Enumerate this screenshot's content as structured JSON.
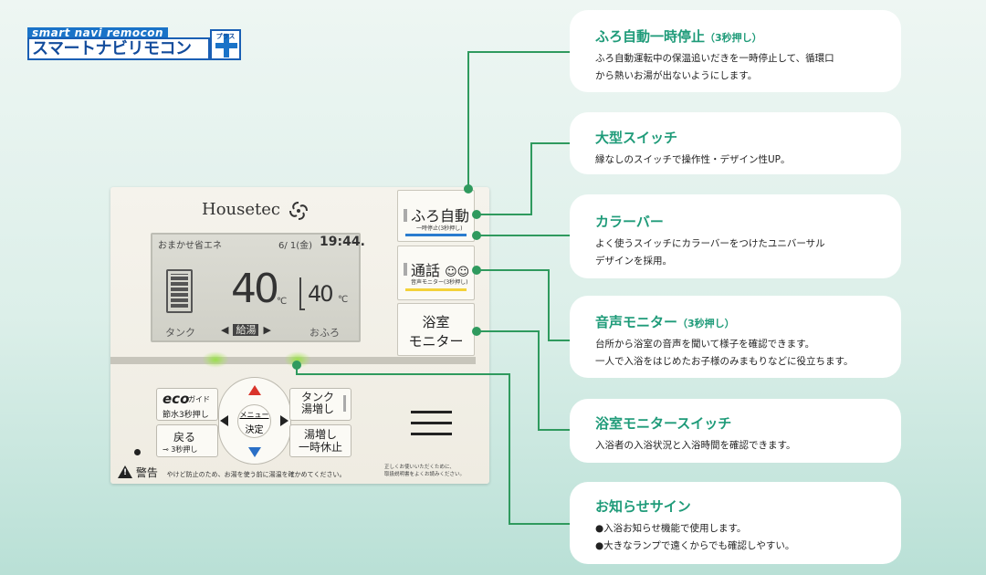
{
  "logo": {
    "top_text": "smart navi remocon",
    "main_text": "スマートナビリモコン",
    "plus_text": "プラス"
  },
  "device": {
    "brand": "Housetec",
    "screen": {
      "mode": "おまかせ省エネ",
      "date": "6/ 1(金)",
      "time": "19:44.",
      "main_temp": "40",
      "main_unit": "℃",
      "bath_temp": "40",
      "bath_unit": "℃",
      "label_tank": "タンク",
      "label_bath": "おふろ",
      "selected": "給湯",
      "arrow_left": "◀",
      "arrow_right": "▶"
    },
    "buttons": {
      "furo_auto": "ふろ自動",
      "furo_auto_sub": "一時停止(3秒押し)",
      "tsuwa": "通話",
      "tsuwa_sub": "音声モニター(3秒押し)",
      "bath_monitor_1": "浴室",
      "bath_monitor_2": "モニター",
      "eco_word": "eco",
      "eco_guide": "ガイド",
      "eco_sub": "節水3秒押し",
      "back": "戻る",
      "back_sub": "⊸ 3秒押し",
      "tank_1": "タンク",
      "tank_2": "湯増し",
      "boost_1": "湯増し",
      "boost_2": "一時休止",
      "menu": "メニュー",
      "ok": "決定"
    },
    "warning_label": "警告",
    "warning_text": "やけど防止のため、お湯を使う前に湯温を確かめてください。",
    "manual_1": "正しくお使いいただくために、",
    "manual_2": "取扱説明書をよくお読みください。"
  },
  "colors": {
    "title_green": "#1f9b79",
    "connector_green": "#2f9a5e",
    "bar_blue": "#2a7ccf",
    "bar_yellow": "#f3d23a",
    "arrow_red": "#d9342b",
    "arrow_blue": "#2a6fc6"
  },
  "callouts": [
    {
      "title": "ふろ自動一時停止",
      "suffix": "（3秒押し）",
      "body": [
        "ふろ自動運転中の保温追いだきを一時停止して、循環口",
        "から熱いお湯が出ないようにします。"
      ]
    },
    {
      "title": "大型スイッチ",
      "suffix": "",
      "body": [
        "縁なしのスイッチで操作性・デザイン性UP。"
      ]
    },
    {
      "title": "カラーバー",
      "suffix": "",
      "body": [
        "よく使うスイッチにカラーバーをつけたユニバーサル",
        "デザインを採用。"
      ]
    },
    {
      "title": "音声モニター",
      "suffix": "（3秒押し）",
      "body": [
        "台所から浴室の音声を聞いて様子を確認できます。",
        "一人で入浴をはじめたお子様のみまもりなどに役立ちます。"
      ]
    },
    {
      "title": "浴室モニタースイッチ",
      "suffix": "",
      "body": [
        "入浴者の入浴状況と入浴時間を確認できます。"
      ]
    },
    {
      "title": "お知らせサイン",
      "suffix": "",
      "body": [
        "●入浴お知らせ機能で使用します。",
        "●大きなランプで遠くからでも確認しやすい。"
      ]
    }
  ]
}
